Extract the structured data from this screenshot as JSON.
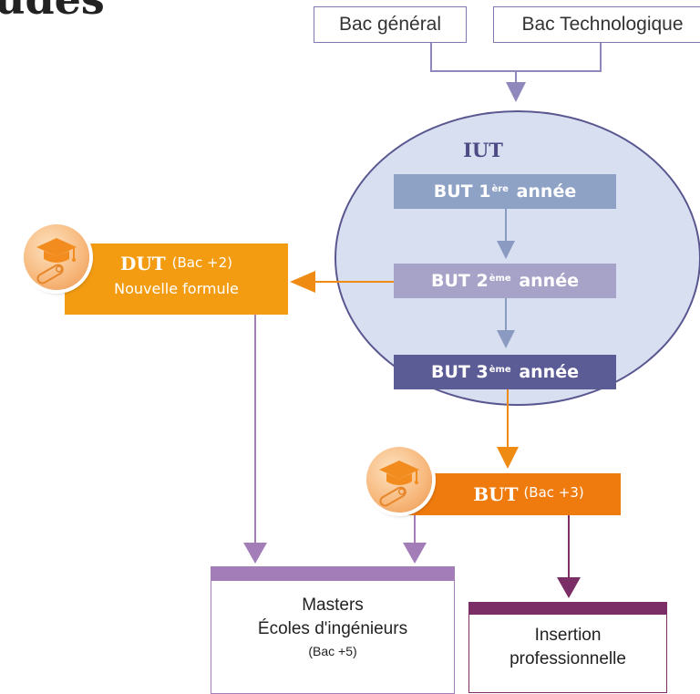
{
  "page_title_fragment": "udes",
  "inputs": {
    "bac_general": "Bac général",
    "bac_technologique": "Bac Technologique"
  },
  "iut": {
    "title": "IUT",
    "steps": [
      {
        "prefix": "BUT 1",
        "sup": "ère",
        "suffix": " année",
        "color": "#8ea2c6"
      },
      {
        "prefix": "BUT 2",
        "sup": "ème",
        "suffix": " année",
        "color": "#a7a2c8"
      },
      {
        "prefix": "BUT 3",
        "sup": "ème",
        "suffix": " année",
        "color": "#5b5c96"
      }
    ]
  },
  "dut": {
    "title": "DUT",
    "level": "(Bac +2)",
    "subtitle": "Nouvelle formule",
    "color": "#f39c12"
  },
  "but_diploma": {
    "title": "BUT",
    "level": "(Bac +3)",
    "color": "#ef7a0d"
  },
  "destinations": {
    "masters": {
      "line1": "Masters",
      "line2": "Écoles d'ingénieurs",
      "level": "(Bac +5)",
      "color": "#a37db8"
    },
    "insertion": {
      "line1": "Insertion",
      "line2": "professionnelle",
      "color": "#7b2d66"
    }
  },
  "icons": {
    "graduation": "graduation-cap-diploma-icon"
  }
}
